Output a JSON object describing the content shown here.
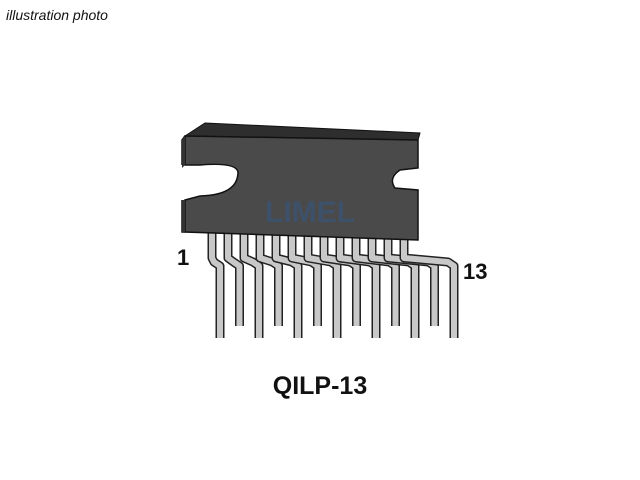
{
  "caption": "illustration photo",
  "package": {
    "name": "QILP-13",
    "pin_count": 13,
    "first_pin_label": "1",
    "last_pin_label": "13",
    "watermark": "LIMEL"
  },
  "colors": {
    "body": "#4a4a4a",
    "body_top": "#3a3a3a",
    "pin": "#c8c8c8",
    "pin_outline": "#222222",
    "watermark": "#2a5fa8"
  }
}
